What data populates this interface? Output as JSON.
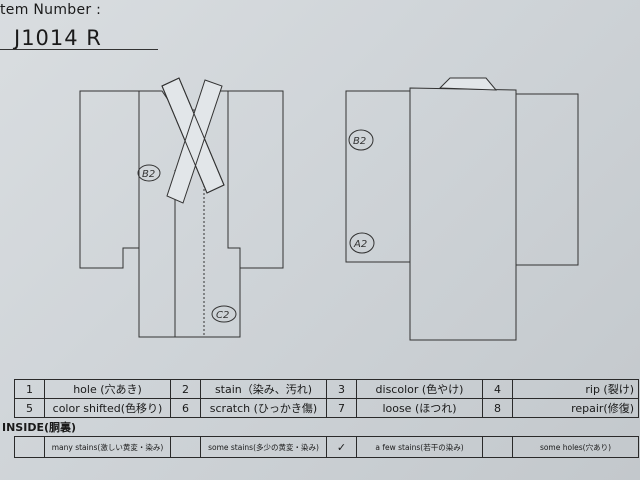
{
  "header": {
    "item_number_label": "tem Number :",
    "item_number_value": "J1014   R"
  },
  "diagram_marks": {
    "front_b2": "B2",
    "front_c2": "C2",
    "back_b2": "B2",
    "back_a2": "A2"
  },
  "damage_codes": [
    [
      {
        "num": "1",
        "label": "hole (穴あき)"
      },
      {
        "num": "2",
        "label": "stain（染み、汚れ)"
      },
      {
        "num": "3",
        "label": "discolor (色やけ)"
      },
      {
        "num": "4",
        "label": "rip (裂け)"
      }
    ],
    [
      {
        "num": "5",
        "label": "color shifted(色移り)"
      },
      {
        "num": "6",
        "label": "scratch (ひっかき傷)"
      },
      {
        "num": "7",
        "label": "loose (ほつれ)"
      },
      {
        "num": "8",
        "label": "repair(修復)"
      }
    ]
  ],
  "inside": {
    "label": "INSIDE(胴裏)",
    "options": [
      {
        "check": "",
        "text": "many stains(激しい黄変・染み)"
      },
      {
        "check": "",
        "text": "some stains(多少の黄変・染み)"
      },
      {
        "check": "✓",
        "text": "a few stains(若干の染み)"
      },
      {
        "check": "",
        "text": "some holes(穴あり)"
      }
    ]
  }
}
